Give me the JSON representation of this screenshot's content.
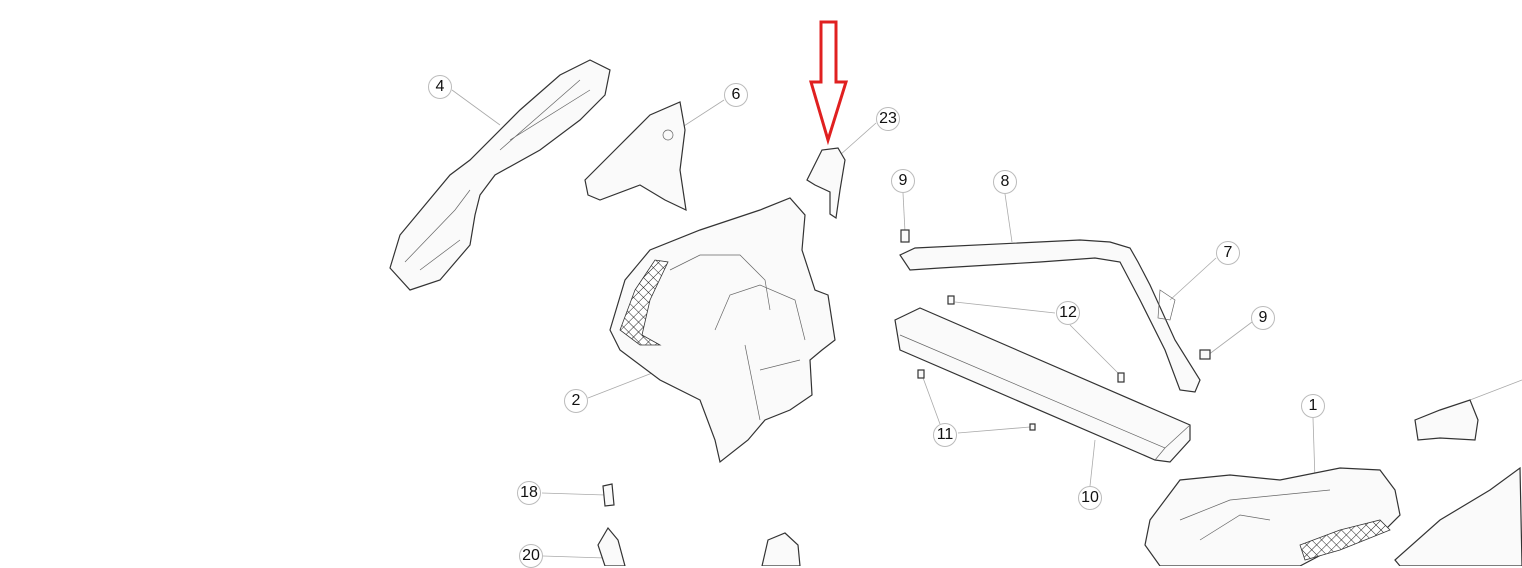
{
  "diagram": {
    "highlight_color": "#e02020",
    "highlighted_part": "23",
    "callouts": [
      "4",
      "6",
      "23",
      "9",
      "8",
      "7",
      "12",
      "9",
      "2",
      "1",
      "11",
      "10",
      "18",
      "20"
    ]
  }
}
